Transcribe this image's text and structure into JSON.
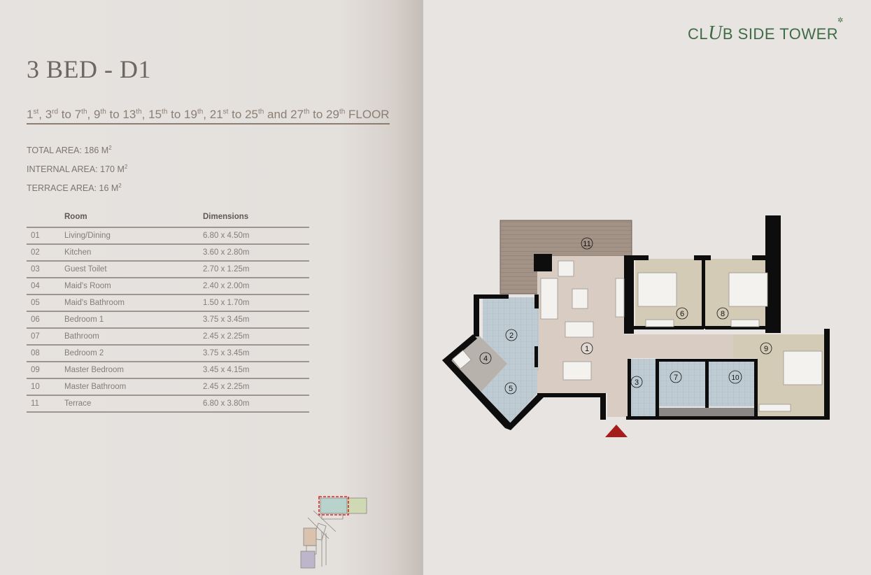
{
  "brand": {
    "logo_text_1": "CL",
    "logo_script": "U",
    "logo_text_2": "B SIDE TOWER",
    "logo_mark": "✲",
    "color": "#3f6b45"
  },
  "unit": {
    "title": "3 BED - D1",
    "floors": [
      {
        "n": "1",
        "s": "st"
      },
      {
        "t": ", "
      },
      {
        "n": "3",
        "s": "rd"
      },
      {
        "t": " to "
      },
      {
        "n": "7",
        "s": "th"
      },
      {
        "t": ", "
      },
      {
        "n": "9",
        "s": "th"
      },
      {
        "t": " to "
      },
      {
        "n": "13",
        "s": "th"
      },
      {
        "t": ", "
      },
      {
        "n": "15",
        "s": "th"
      },
      {
        "t": " to "
      },
      {
        "n": "19",
        "s": "th"
      },
      {
        "t": ", "
      },
      {
        "n": "21",
        "s": "st"
      },
      {
        "t": " to "
      },
      {
        "n": "25",
        "s": "th"
      },
      {
        "t": " and "
      },
      {
        "n": "27",
        "s": "th"
      },
      {
        "t": " to "
      },
      {
        "n": "29",
        "s": "th"
      },
      {
        "t": " FLOOR"
      }
    ],
    "areas": [
      {
        "label": "TOTAL AREA: 186 M",
        "sup": "2"
      },
      {
        "label": "INTERNAL AREA: 170 M",
        "sup": "2"
      },
      {
        "label": "TERRACE AREA: 16 M",
        "sup": "2"
      }
    ]
  },
  "table": {
    "headers": {
      "no": "",
      "room": "Room",
      "dimensions": "Dimensions"
    },
    "rows": [
      {
        "no": "01",
        "room": "Living/Dining",
        "dim": "6.80 x 4.50m"
      },
      {
        "no": "02",
        "room": "Kitchen",
        "dim": "3.60 x 2.80m"
      },
      {
        "no": "03",
        "room": "Guest Toilet",
        "dim": "2.70 x 1.25m"
      },
      {
        "no": "04",
        "room": "Maid's Room",
        "dim": "2.40 x 2.00m"
      },
      {
        "no": "05",
        "room": "Maid's Bathroom",
        "dim": "1.50 x 1.70m"
      },
      {
        "no": "06",
        "room": "Bedroom 1",
        "dim": "3.75 x 3.45m"
      },
      {
        "no": "07",
        "room": "Bathroom",
        "dim": "2.45 x 2.25m"
      },
      {
        "no": "08",
        "room": "Bedroom 2",
        "dim": "3.75 x 3.45m"
      },
      {
        "no": "09",
        "room": "Master Bedroom",
        "dim": "3.45 x 4.15m"
      },
      {
        "no": "10",
        "room": "Master Bathroom",
        "dim": "2.45 x 2.25m"
      },
      {
        "no": "11",
        "room": "Terrace",
        "dim": "6.80 x 3.80m"
      }
    ]
  },
  "plan": {
    "labels": [
      "1",
      "2",
      "3",
      "4",
      "5",
      "6",
      "7",
      "8",
      "9",
      "10",
      "11"
    ],
    "entrance_color": "#a51c1c",
    "colors": {
      "living": "#d9ccc3",
      "bedroom": "#d4cbb7",
      "wet": "#bfcbd2",
      "terrace": "#a39387",
      "wall": "#0d0d0d"
    }
  },
  "keyplan": {
    "highlight_color": "#d62b2b"
  }
}
